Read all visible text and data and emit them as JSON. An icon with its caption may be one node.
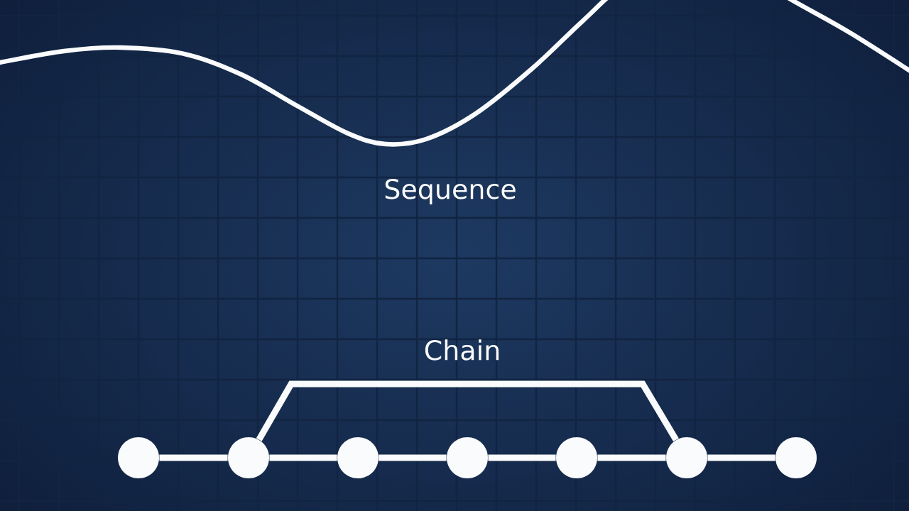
{
  "diagram": {
    "nodes": [
      {
        "text": [],
        "shape": "circle"
      },
      {
        "text": [],
        "shape": "circle"
      },
      {
        "text": [],
        "shape": "circle"
      },
      {
        "text": [],
        "shape": "circle"
      },
      {
        "text": [],
        "shape": "circle"
      },
      {
        "text": [],
        "shape": "circle"
      },
      {
        "text": [],
        "shape": "circle"
      }
    ],
    "edges": [
      {
        "from": 0,
        "to": 1,
        "arrow": "none"
      },
      {
        "from": 1,
        "to": 2,
        "arrow": "none"
      },
      {
        "from": 2,
        "to": 3,
        "arrow": "none"
      },
      {
        "from": 3,
        "to": 4,
        "arrow": "none"
      },
      {
        "from": 4,
        "to": 5,
        "arrow": "none"
      },
      {
        "from": 5,
        "to": 6,
        "arrow": "none"
      },
      {
        "from": 1,
        "to": 5,
        "arrow": "none"
      }
    ],
    "labels": [
      "Sequence",
      "Chain"
    ]
  }
}
